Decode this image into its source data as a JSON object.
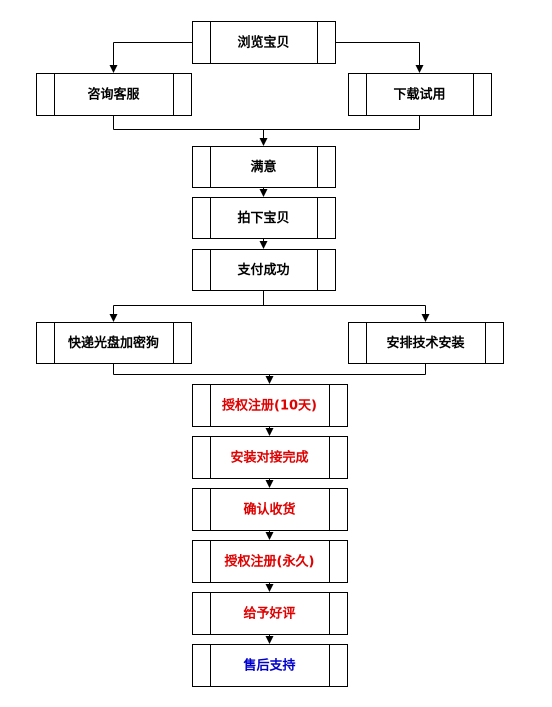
{
  "colors": {
    "black": "#000000",
    "red": "#e00000",
    "blue": "#0000cc"
  },
  "nodes": [
    {
      "id": "browse",
      "label": "浏览宝贝",
      "color": "black"
    },
    {
      "id": "consult",
      "label": "咨询客服",
      "color": "black"
    },
    {
      "id": "trial",
      "label": "下载试用",
      "color": "black"
    },
    {
      "id": "satisfied",
      "label": "满意",
      "color": "black"
    },
    {
      "id": "order",
      "label": "拍下宝贝",
      "color": "black"
    },
    {
      "id": "paid",
      "label": "支付成功",
      "color": "black"
    },
    {
      "id": "ship-dongle",
      "label": "快递光盘加密狗",
      "color": "black"
    },
    {
      "id": "install",
      "label": "安排技术安装",
      "color": "black"
    },
    {
      "id": "reg-10",
      "label": "授权注册(10天)",
      "color": "red"
    },
    {
      "id": "install-done",
      "label": "安装对接完成",
      "color": "red"
    },
    {
      "id": "confirm",
      "label": "确认收货",
      "color": "red"
    },
    {
      "id": "reg-forever",
      "label": "授权注册(永久)",
      "color": "red"
    },
    {
      "id": "review",
      "label": "给予好评",
      "color": "red"
    },
    {
      "id": "support",
      "label": "售后支持",
      "color": "blue"
    }
  ]
}
